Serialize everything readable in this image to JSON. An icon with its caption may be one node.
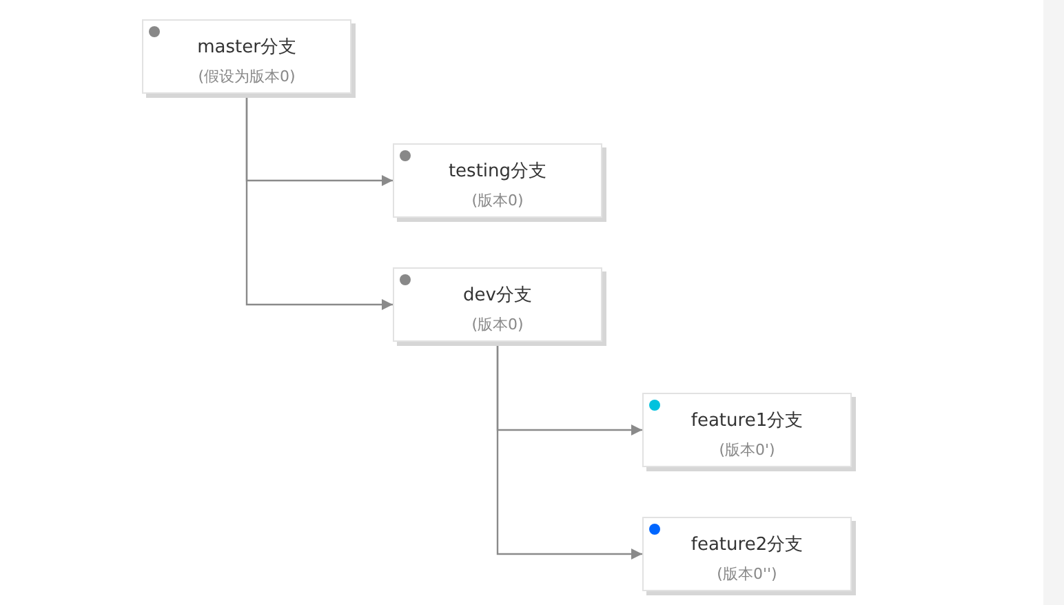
{
  "diagram": {
    "nodes": [
      {
        "text": [
          "master分支",
          "(假设为版本0)"
        ]
      },
      {
        "text": [
          "testing分支",
          "(版本0)"
        ]
      },
      {
        "text": [
          "dev分支",
          "(版本0)"
        ]
      },
      {
        "text": [
          "feature1分支",
          "(版本0')"
        ]
      },
      {
        "text": [
          "feature2分支",
          "(版本0'')"
        ]
      }
    ],
    "edges": [
      {
        "from": 0,
        "to": 1,
        "arrow": "to"
      },
      {
        "from": 0,
        "to": 2,
        "arrow": "to"
      },
      {
        "from": 2,
        "to": 3,
        "arrow": "to"
      },
      {
        "from": 2,
        "to": 4,
        "arrow": "to"
      }
    ]
  }
}
